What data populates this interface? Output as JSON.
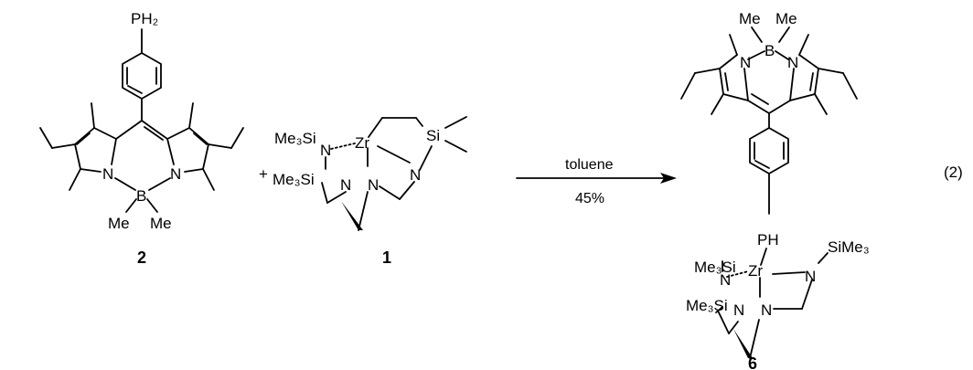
{
  "scheme": {
    "equation_number": "(2)",
    "plus_sign": "+",
    "reaction": {
      "reagent": "toluene",
      "yield": "45%"
    },
    "compound_2": {
      "label": "2",
      "ph2_group": "PH₂",
      "n_left": "N",
      "n_right": "N",
      "boron": "B",
      "me_left": "Me",
      "me_right": "Me"
    },
    "compound_1": {
      "label": "1",
      "zr": "Zr",
      "si": "Si",
      "me3si_top": "Me₃Si",
      "me3si_bottom": "Me₃Si",
      "n_a": "N",
      "n_b": "N",
      "n_c": "N",
      "n_d": "N"
    },
    "compound_6": {
      "label": "6",
      "me_left": "Me",
      "me_right": "Me",
      "boron": "B",
      "n_left": "N",
      "n_right": "N",
      "ph": "PH",
      "zr": "Zr",
      "me3si_top": "Me₃Si",
      "me3si_bottom": "Me₃Si",
      "sime3": "SiMe₃",
      "n_a": "N",
      "n_b": "N",
      "n_c": "N",
      "n_d": "N"
    }
  }
}
